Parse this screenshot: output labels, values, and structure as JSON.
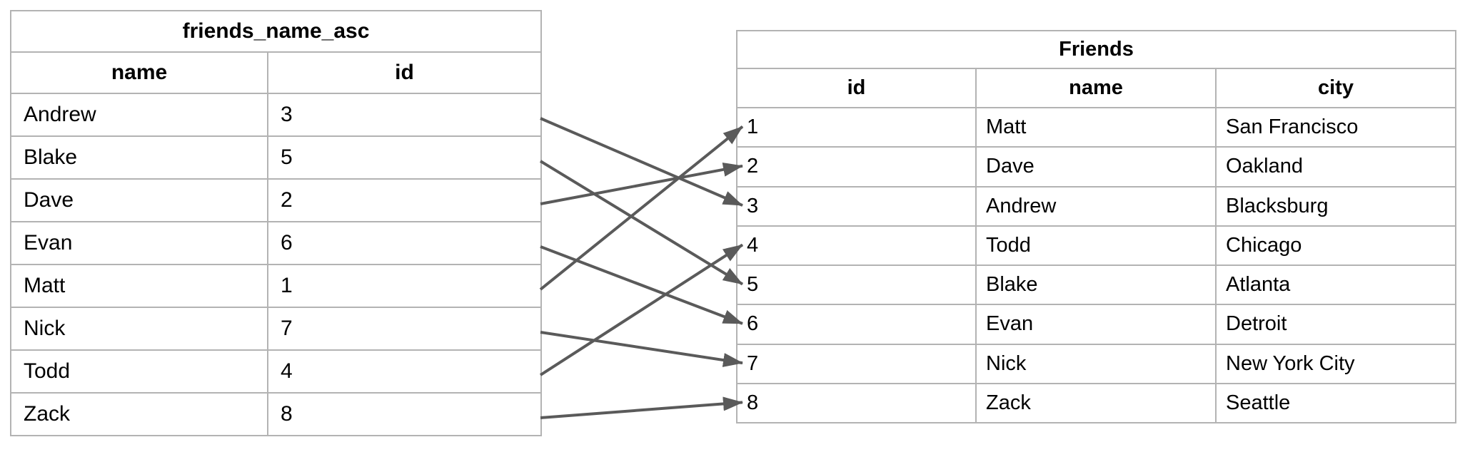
{
  "left_table": {
    "title": "friends_name_asc",
    "columns": [
      "name",
      "id"
    ],
    "rows": [
      [
        "Andrew",
        "3"
      ],
      [
        "Blake",
        "5"
      ],
      [
        "Dave",
        "2"
      ],
      [
        "Evan",
        "6"
      ],
      [
        "Matt",
        "1"
      ],
      [
        "Nick",
        "7"
      ],
      [
        "Todd",
        "4"
      ],
      [
        "Zack",
        "8"
      ]
    ]
  },
  "right_table": {
    "title": "Friends",
    "columns": [
      "id",
      "name",
      "city"
    ],
    "rows": [
      [
        "1",
        "Matt",
        "San Francisco"
      ],
      [
        "2",
        "Dave",
        "Oakland"
      ],
      [
        "3",
        "Andrew",
        "Blacksburg"
      ],
      [
        "4",
        "Todd",
        "Chicago"
      ],
      [
        "5",
        "Blake",
        "Atlanta"
      ],
      [
        "6",
        "Evan",
        "Detroit"
      ],
      [
        "7",
        "Nick",
        "New York City"
      ],
      [
        "8",
        "Zack",
        "Seattle"
      ]
    ]
  },
  "arrows": {
    "description": "each arrow maps a row of friends_name_asc (by its id value) to the matching id row in Friends",
    "links": [
      {
        "left_row": 0,
        "id": "3",
        "right_row": 2
      },
      {
        "left_row": 1,
        "id": "5",
        "right_row": 4
      },
      {
        "left_row": 2,
        "id": "2",
        "right_row": 1
      },
      {
        "left_row": 3,
        "id": "6",
        "right_row": 5
      },
      {
        "left_row": 4,
        "id": "1",
        "right_row": 0
      },
      {
        "left_row": 5,
        "id": "7",
        "right_row": 6
      },
      {
        "left_row": 6,
        "id": "4",
        "right_row": 3
      },
      {
        "left_row": 7,
        "id": "8",
        "right_row": 7
      }
    ]
  },
  "colors": {
    "border": "#b3b3b3",
    "arrow": "#5a5a5a",
    "text": "#000000",
    "background": "#ffffff"
  }
}
